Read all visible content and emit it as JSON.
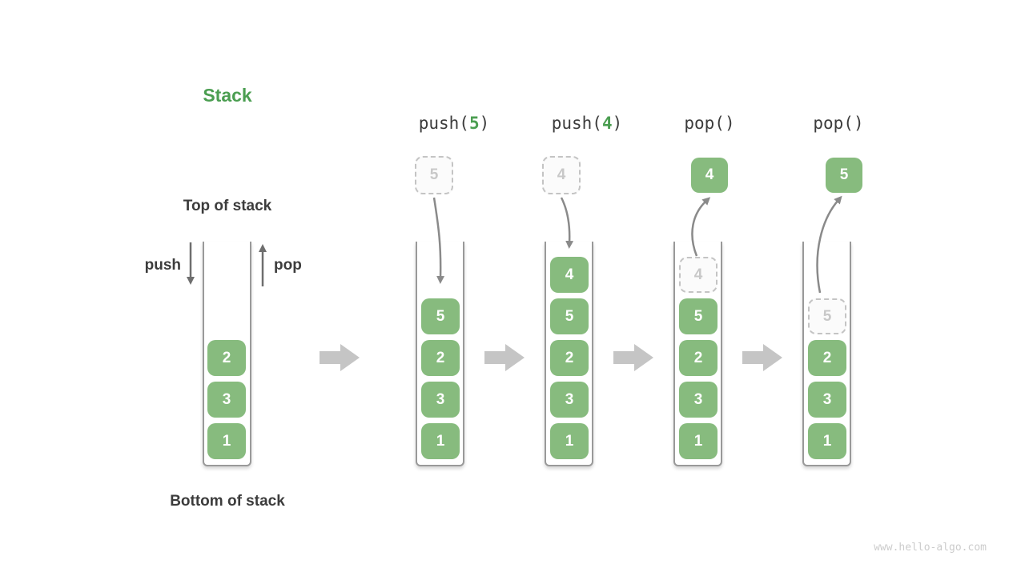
{
  "title": "Stack",
  "watermark": "www.hello-algo.com",
  "colors": {
    "block_green": "#87BB7E",
    "accent_green": "#4B9E51",
    "text_dark": "#3C3C3C",
    "container_border": "#999999",
    "ghost_border": "#C4C4C4",
    "ghost_text": "#C8C8C8",
    "flow_arrow_gray": "#C5C5C5",
    "curve_arrow_gray": "#8A8A8A",
    "watermark_gray": "#CCCCCC"
  },
  "labels": {
    "top_of_stack": "Top of stack",
    "bottom_of_stack": "Bottom of stack",
    "push": "push",
    "pop": "pop"
  },
  "columns": [
    {
      "blocks": [
        "2",
        "3",
        "1"
      ]
    },
    {
      "op_prefix": "push(",
      "op_arg": "5",
      "op_suffix": ")",
      "incoming_value": "5",
      "blocks": [
        "5",
        "2",
        "3",
        "1"
      ]
    },
    {
      "op_prefix": "push(",
      "op_arg": "4",
      "op_suffix": ")",
      "incoming_value": "4",
      "blocks": [
        "4",
        "5",
        "2",
        "3",
        "1"
      ]
    },
    {
      "op_prefix": "pop(",
      "op_arg": "",
      "op_suffix": ")",
      "popped_value": "4",
      "ghost_value": "4",
      "blocks": [
        "5",
        "2",
        "3",
        "1"
      ]
    },
    {
      "op_prefix": "pop(",
      "op_arg": "",
      "op_suffix": ")",
      "popped_value": "5",
      "ghost_value": "5",
      "blocks": [
        "2",
        "3",
        "1"
      ]
    }
  ]
}
